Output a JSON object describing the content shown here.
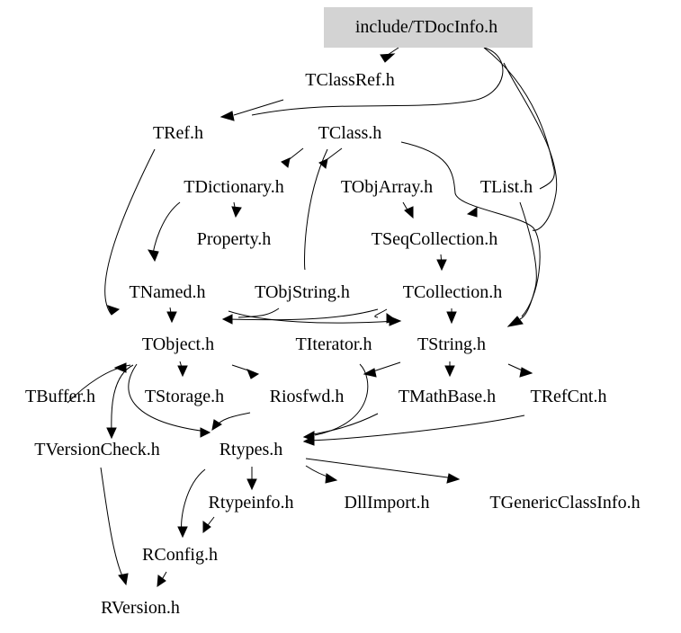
{
  "graph": {
    "nodes": [
      {
        "id": "tdocinfo",
        "label": "include/TDocInfo.h",
        "highlighted": true
      },
      {
        "id": "tclassref",
        "label": "TClassRef.h"
      },
      {
        "id": "tref",
        "label": "TRef.h"
      },
      {
        "id": "tclass",
        "label": "TClass.h"
      },
      {
        "id": "tdictionary",
        "label": "TDictionary.h"
      },
      {
        "id": "tobjarray",
        "label": "TObjArray.h"
      },
      {
        "id": "tlist",
        "label": "TList.h"
      },
      {
        "id": "property",
        "label": "Property.h"
      },
      {
        "id": "tseqcollection",
        "label": "TSeqCollection.h"
      },
      {
        "id": "tnamed",
        "label": "TNamed.h"
      },
      {
        "id": "tobjstring",
        "label": "TObjString.h"
      },
      {
        "id": "tcollection",
        "label": "TCollection.h"
      },
      {
        "id": "tobject",
        "label": "TObject.h"
      },
      {
        "id": "titerator",
        "label": "TIterator.h"
      },
      {
        "id": "tstring",
        "label": "TString.h"
      },
      {
        "id": "tbuffer",
        "label": "TBuffer.h"
      },
      {
        "id": "tstorage",
        "label": "TStorage.h"
      },
      {
        "id": "riosfwd",
        "label": "Riosfwd.h"
      },
      {
        "id": "tmathbase",
        "label": "TMathBase.h"
      },
      {
        "id": "trefcnt",
        "label": "TRefCnt.h"
      },
      {
        "id": "tversioncheck",
        "label": "TVersionCheck.h"
      },
      {
        "id": "rtypes",
        "label": "Rtypes.h"
      },
      {
        "id": "rtypeinfo",
        "label": "Rtypeinfo.h"
      },
      {
        "id": "dllimport",
        "label": "DllImport.h"
      },
      {
        "id": "tgenericclassinfo",
        "label": "TGenericClassInfo.h"
      },
      {
        "id": "rconfig",
        "label": "RConfig.h"
      },
      {
        "id": "rversion",
        "label": "RVersion.h"
      }
    ],
    "edges": [
      {
        "from": "tdocinfo",
        "to": "tclassref"
      },
      {
        "from": "tdocinfo",
        "to": "tclass"
      },
      {
        "from": "tdocinfo",
        "to": "tlist"
      },
      {
        "from": "tdocinfo",
        "to": "tseqcollection"
      },
      {
        "from": "tclassref",
        "to": "tref"
      },
      {
        "from": "tref",
        "to": "tobject"
      },
      {
        "from": "tclass",
        "to": "tdictionary"
      },
      {
        "from": "tclass",
        "to": "tobjarray"
      },
      {
        "from": "tclass",
        "to": "tobjstring"
      },
      {
        "from": "tclass",
        "to": "tstring"
      },
      {
        "from": "tdictionary",
        "to": "property"
      },
      {
        "from": "tdictionary",
        "to": "tnamed"
      },
      {
        "from": "tobjarray",
        "to": "tseqcollection"
      },
      {
        "from": "tlist",
        "to": "tstring"
      },
      {
        "from": "tseqcollection",
        "to": "tcollection"
      },
      {
        "from": "tnamed",
        "to": "tobject"
      },
      {
        "from": "tnamed",
        "to": "tstring"
      },
      {
        "from": "tobjstring",
        "to": "tobject"
      },
      {
        "from": "tcollection",
        "to": "tobject"
      },
      {
        "from": "tcollection",
        "to": "titerator"
      },
      {
        "from": "tcollection",
        "to": "tstring"
      },
      {
        "from": "tobject",
        "to": "tstorage"
      },
      {
        "from": "tobject",
        "to": "riosfwd"
      },
      {
        "from": "tobject",
        "to": "tversioncheck"
      },
      {
        "from": "tobject",
        "to": "rtypes"
      },
      {
        "from": "tbuffer",
        "to": "tobject"
      },
      {
        "from": "titerator",
        "to": "rtypes"
      },
      {
        "from": "tstring",
        "to": "tmathbase"
      },
      {
        "from": "tstring",
        "to": "trefcnt"
      },
      {
        "from": "tstring",
        "to": "riosfwd"
      },
      {
        "from": "tmathbase",
        "to": "rtypes"
      },
      {
        "from": "trefcnt",
        "to": "rtypes"
      },
      {
        "from": "riosfwd",
        "to": "rtypes"
      },
      {
        "from": "rtypes",
        "to": "rtypeinfo"
      },
      {
        "from": "rtypes",
        "to": "dllimport"
      },
      {
        "from": "rtypes",
        "to": "tgenericclassinfo"
      },
      {
        "from": "rtypes",
        "to": "rconfig"
      },
      {
        "from": "rtypeinfo",
        "to": "rconfig"
      },
      {
        "from": "tversioncheck",
        "to": "rversion"
      },
      {
        "from": "rconfig",
        "to": "rversion"
      }
    ],
    "colors": {
      "highlight_fill": "#d3d3d3",
      "stroke": "#000000",
      "background": "#ffffff"
    }
  }
}
